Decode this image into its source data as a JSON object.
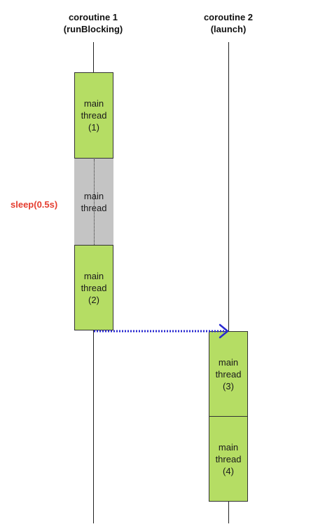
{
  "columns": [
    {
      "title_line1": "coroutine 1",
      "title_line2": "(runBlocking)"
    },
    {
      "title_line1": "coroutine 2",
      "title_line2": "(launch)"
    }
  ],
  "blocks": [
    {
      "line1": "main",
      "line2": "thread",
      "line3": "(1)",
      "state": "running"
    },
    {
      "line1": "main",
      "line2": "thread",
      "state": "suspended"
    },
    {
      "line1": "main",
      "line2": "thread",
      "line3": "(2)",
      "state": "running"
    },
    {
      "line1": "main",
      "line2": "thread",
      "line3": "(3)",
      "state": "running"
    },
    {
      "line1": "main",
      "line2": "thread",
      "line3": "(4)",
      "state": "running"
    }
  ],
  "sleep_label": "sleep(0.5s)",
  "colors": {
    "running": "#b5dd64",
    "suspended": "#c4c4c4",
    "sleep_label": "#e53d2f",
    "handoff_arrow": "#2a2ad0"
  }
}
